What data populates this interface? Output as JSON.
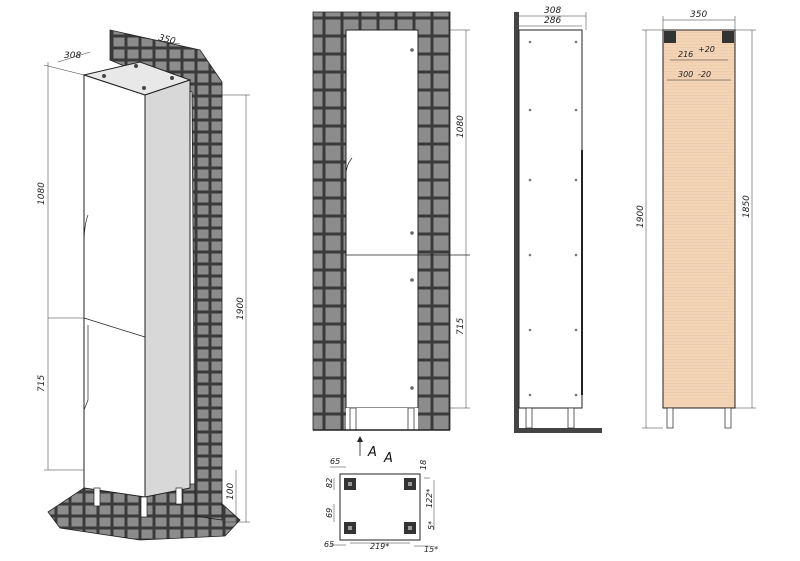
{
  "view_iso": {
    "depth": "308",
    "width": "350",
    "upper": "1080",
    "lower": "715",
    "total": "1900",
    "legs": "100"
  },
  "view_front": {
    "upper": "1080",
    "lower": "715",
    "section_a": "A",
    "section_a2": "A"
  },
  "view_side": {
    "outer_depth": "308",
    "inner_depth": "286"
  },
  "view_back": {
    "width": "350",
    "inner_min": "216",
    "inner_min_tol": "+20",
    "inner_max": "300",
    "inner_max_tol": "-20",
    "total_height": "1900",
    "body_height": "1850"
  },
  "view_plan": {
    "off_left_top": "65",
    "off_left_bottom": "65",
    "foot_top": "82",
    "foot_bottom": "69",
    "foot_right_top": "18",
    "inner_depth": "122*",
    "inner_width": "219*",
    "right_5": "5*",
    "right_15": "15*"
  },
  "colors": {
    "tile": "#8a8a8a",
    "grout": "#3a3a3a",
    "back_panel": "#f2d0b0",
    "side_panel": "#dcdcdc"
  }
}
